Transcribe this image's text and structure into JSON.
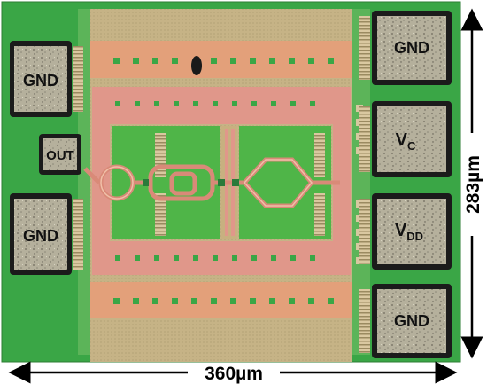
{
  "pads": {
    "left_top": "GND",
    "left_out": "OUT",
    "left_bottom": "GND",
    "right_1": "GND",
    "right_2_main": "V",
    "right_2_sub": "C",
    "right_3_main": "V",
    "right_3_sub": "DD",
    "right_4": "GND"
  },
  "dimensions": {
    "width": "360µm",
    "height": "283µm"
  }
}
